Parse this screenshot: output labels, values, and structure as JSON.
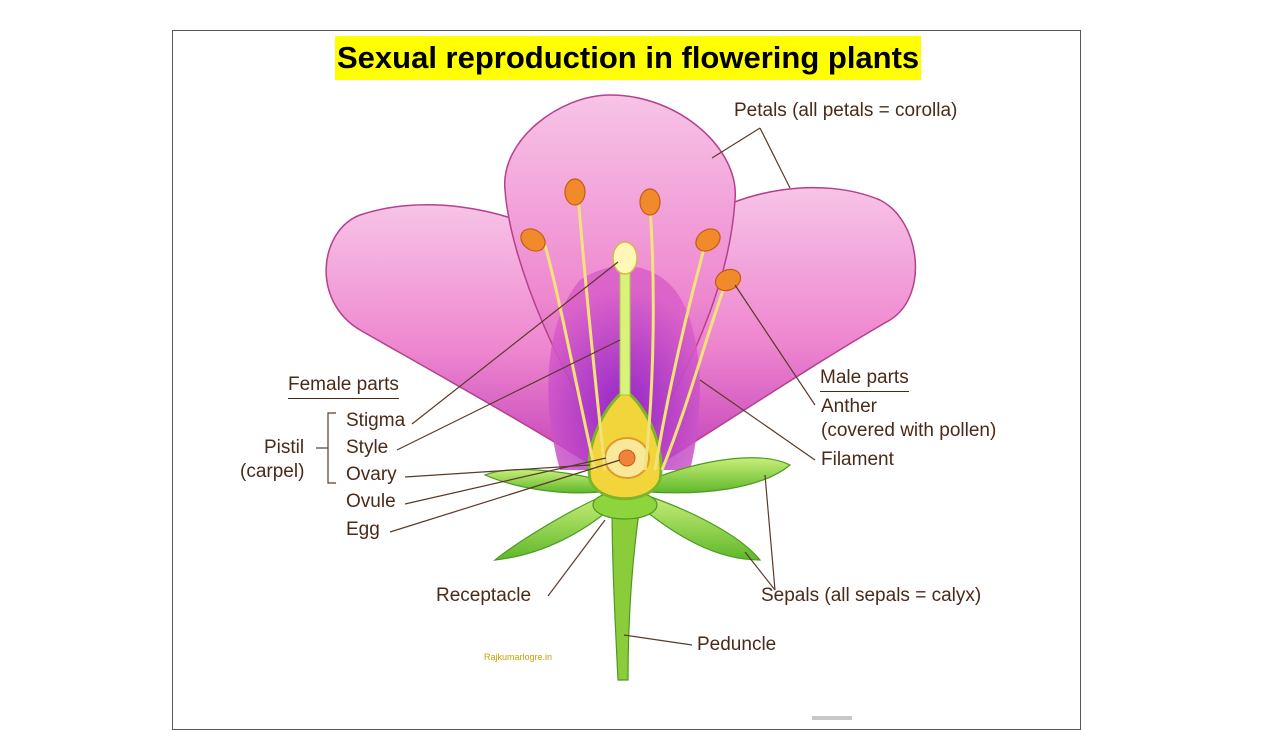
{
  "title": "Sexual reproduction in flowering plants",
  "labels": {
    "petals": "Petals (all petals = corolla)",
    "female_parts": "Female parts",
    "stigma": "Stigma",
    "style": "Style",
    "ovary": "Ovary",
    "ovule": "Ovule",
    "egg": "Egg",
    "pistil": "Pistil",
    "carpel": "(carpel)",
    "male_parts": "Male parts",
    "anther": "Anther",
    "anther_note": "(covered with pollen)",
    "filament": "Filament",
    "receptacle": "Receptacle",
    "sepals": "Sepals (all sepals = calyx)",
    "peduncle": "Peduncle"
  },
  "watermark": "Rajkumarlogre.in",
  "colors": {
    "title_highlight": "#ffff00",
    "petal": "#ef8fd0",
    "petal_inner": "#b23bd0",
    "sepal": "#7fcf3a",
    "stamen": "#f3e27a",
    "anther": "#f08a2a",
    "label_text": "#4a2a18"
  }
}
